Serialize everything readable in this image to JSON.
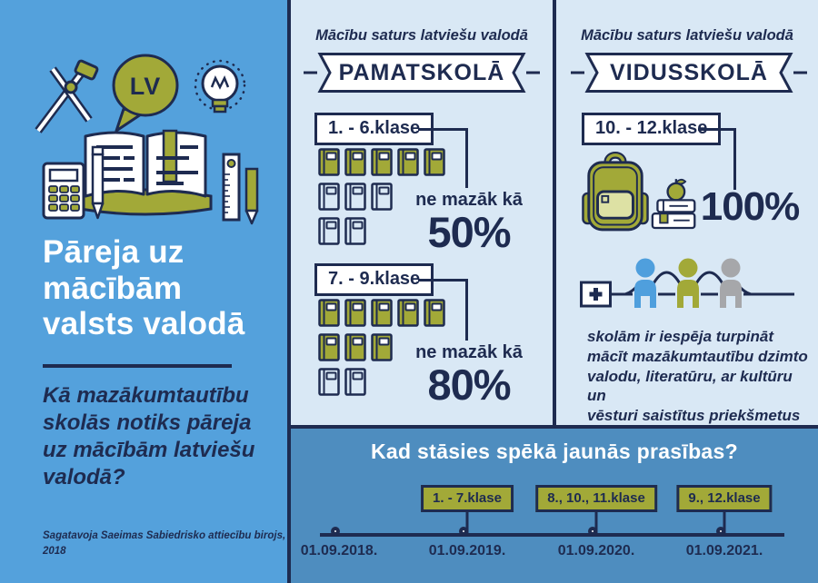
{
  "colors": {
    "navy": "#1e2b50",
    "sidebar_blue": "#54a1dc",
    "panel_light_blue": "#d9e8f5",
    "bottom_blue": "#4e8dbf",
    "olive_green": "#a2a938",
    "person_blue": "#4f9fdd",
    "person_olive": "#a2a938",
    "person_gray": "#a6a7aa",
    "white": "#ffffff"
  },
  "sidebar": {
    "lv_badge": "LV",
    "title": "Pāreja uz\nmācībām\nvalsts valodā",
    "question": "Kā mazākumtautību\nskolās notiks pāreja\nuz mācībām latviešu\nvalodā?",
    "credit": "Sagatavoja Saeimas Sabiedrisko attiecību birojs,\n2018"
  },
  "primary_panel": {
    "header": "Mācību saturs latviešu valodā",
    "banner": "PAMATSKOLĀ",
    "groups": [
      {
        "grade_label": "1. - 6.klase",
        "qualifier": "ne mazāk kā",
        "percent": "50%",
        "books_filled": 5,
        "books_total": 10
      },
      {
        "grade_label": "7. - 9.klase",
        "qualifier": "ne mazāk kā",
        "percent": "80%",
        "books_filled": 8,
        "books_total": 10
      }
    ]
  },
  "secondary_panel": {
    "header": "Mācību saturs latviešu valodā",
    "banner": "VIDUSSKOLĀ",
    "grade_label": "10. - 12.klase",
    "percent": "100%",
    "note": "skolām ir iespēja turpināt\nmācīt mazākumtautību dzimto\nvalodu, literatūru, ar kultūru un\nvēsturi saistītus priekšmetus"
  },
  "timeline": {
    "title": "Kad stāsies spēkā jaunās prasības?",
    "events": [
      {
        "date": "01.09.2018.",
        "label": ""
      },
      {
        "date": "01.09.2019.",
        "label": "1. - 7.klase"
      },
      {
        "date": "01.09.2020.",
        "label": "8., 10., 11.klase"
      },
      {
        "date": "01.09.2021.",
        "label": "9., 12.klase"
      }
    ]
  }
}
